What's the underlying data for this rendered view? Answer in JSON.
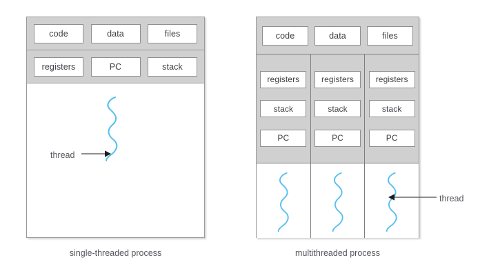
{
  "diagram": {
    "title": "threads-process-diagram",
    "colors": {
      "band_gray": "#d0d0d0",
      "box_border": "#8f8f8f",
      "outline": "#9a9a9a",
      "thread_blue": "#5bc0ee",
      "text": "#55575c",
      "background": "#ffffff"
    },
    "single": {
      "caption": "single-threaded process",
      "row_one": [
        {
          "label": "code"
        },
        {
          "label": "data"
        },
        {
          "label": "files"
        }
      ],
      "row_two": [
        {
          "label": "registers"
        },
        {
          "label": "PC"
        },
        {
          "label": "stack"
        }
      ],
      "thread_callout": {
        "label": "thread",
        "arrow": "arrow-right"
      }
    },
    "multi": {
      "caption": "multithreaded process",
      "row_one": [
        {
          "label": "code"
        },
        {
          "label": "data"
        },
        {
          "label": "files"
        }
      ],
      "columns": [
        {
          "name": "thread-column-1",
          "cells": [
            {
              "label": "registers"
            },
            {
              "label": "stack"
            },
            {
              "label": "PC"
            }
          ]
        },
        {
          "name": "thread-column-2",
          "cells": [
            {
              "label": "registers"
            },
            {
              "label": "stack"
            },
            {
              "label": "PC"
            }
          ]
        },
        {
          "name": "thread-column-3",
          "cells": [
            {
              "label": "registers"
            },
            {
              "label": "stack"
            },
            {
              "label": "PC"
            }
          ]
        }
      ],
      "thread_callout": {
        "label": "thread",
        "arrow": "arrow-left"
      }
    }
  }
}
